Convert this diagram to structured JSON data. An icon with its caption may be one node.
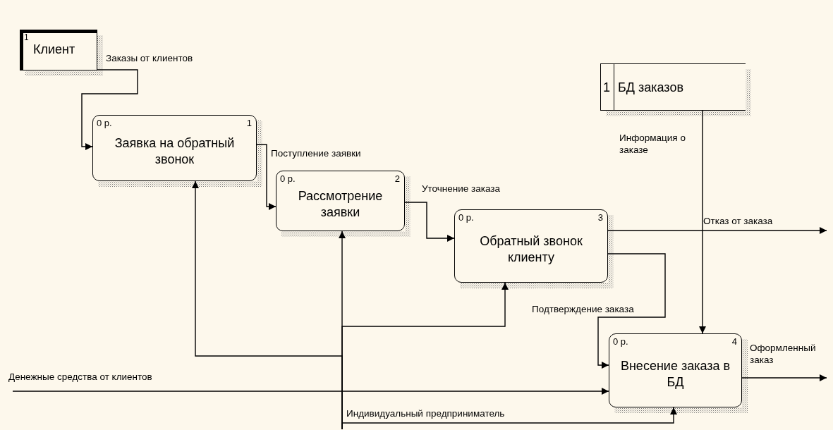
{
  "diagram": {
    "nodes": [
      {
        "text": [
          "1",
          "Клиент"
        ]
      },
      {
        "text": [
          "0 р.",
          "1",
          "Заявка на обратный звонок"
        ]
      },
      {
        "text": [
          "0 р.",
          "2",
          "Рассмотрение заявки"
        ]
      },
      {
        "text": [
          "0 р.",
          "3",
          "Обратный звонок клиенту"
        ]
      },
      {
        "text": [
          "0 р.",
          "4",
          "Внесение заказа в БД"
        ]
      },
      {
        "text": [
          "1",
          "БД заказов"
        ]
      }
    ],
    "edges": [
      {
        "from": 0,
        "to": 1,
        "arrow": "to",
        "label": "Заказы от клиентов"
      },
      {
        "from": 1,
        "to": 2,
        "arrow": "to",
        "label": "Поступление заявки"
      },
      {
        "from": 2,
        "to": 3,
        "arrow": "to",
        "label": "Уточнение заказа"
      },
      {
        "from": 3,
        "to": null,
        "arrow": "to",
        "label": "Отказ от заказа"
      },
      {
        "from": 3,
        "to": 4,
        "arrow": "to",
        "label": "Подтверждение заказа"
      },
      {
        "from": 5,
        "to": 4,
        "arrow": "to",
        "label": "Информация о заказе"
      },
      {
        "from": null,
        "to": 4,
        "arrow": "to",
        "label": "Денежные средства от клиентов"
      },
      {
        "from": 4,
        "to": null,
        "arrow": "to",
        "label": "Оформленный заказ"
      },
      {
        "from": null,
        "to": 1,
        "arrow": "to"
      },
      {
        "from": null,
        "to": 2,
        "arrow": "to"
      },
      {
        "from": null,
        "to": 3,
        "arrow": "to"
      },
      {
        "from": null,
        "to": 4,
        "arrow": "to",
        "label": "Индивидуальный предприниматель"
      }
    ]
  }
}
